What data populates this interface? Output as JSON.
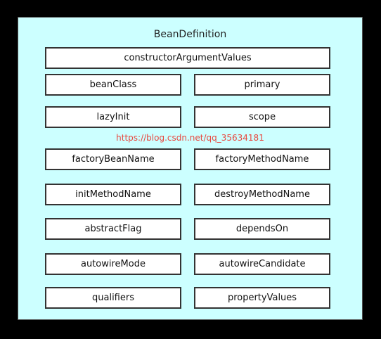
{
  "diagram": {
    "title": "BeanDefinition",
    "watermark": "https://blog.csdn.net/qq_35634181",
    "fields": {
      "constructorArgumentValues": "constructorArgumentValues",
      "beanClass": "beanClass",
      "primary": "primary",
      "lazyInit": "lazyInit",
      "scope": "scope",
      "factoryBeanName": "factoryBeanName",
      "factoryMethodName": "factoryMethodName",
      "initMethodName": "initMethodName",
      "destroyMethodName": "destroyMethodName",
      "abstractFlag": "abstractFlag",
      "dependsOn": "dependsOn",
      "autowireMode": "autowireMode",
      "autowireCandidate": "autowireCandidate",
      "qualifiers": "qualifiers",
      "propertyValues": "propertyValues"
    }
  },
  "colors": {
    "panel_background": "#ccffff",
    "box_border": "#333333",
    "watermark": "#e8473e",
    "outer_background": "#000000"
  }
}
